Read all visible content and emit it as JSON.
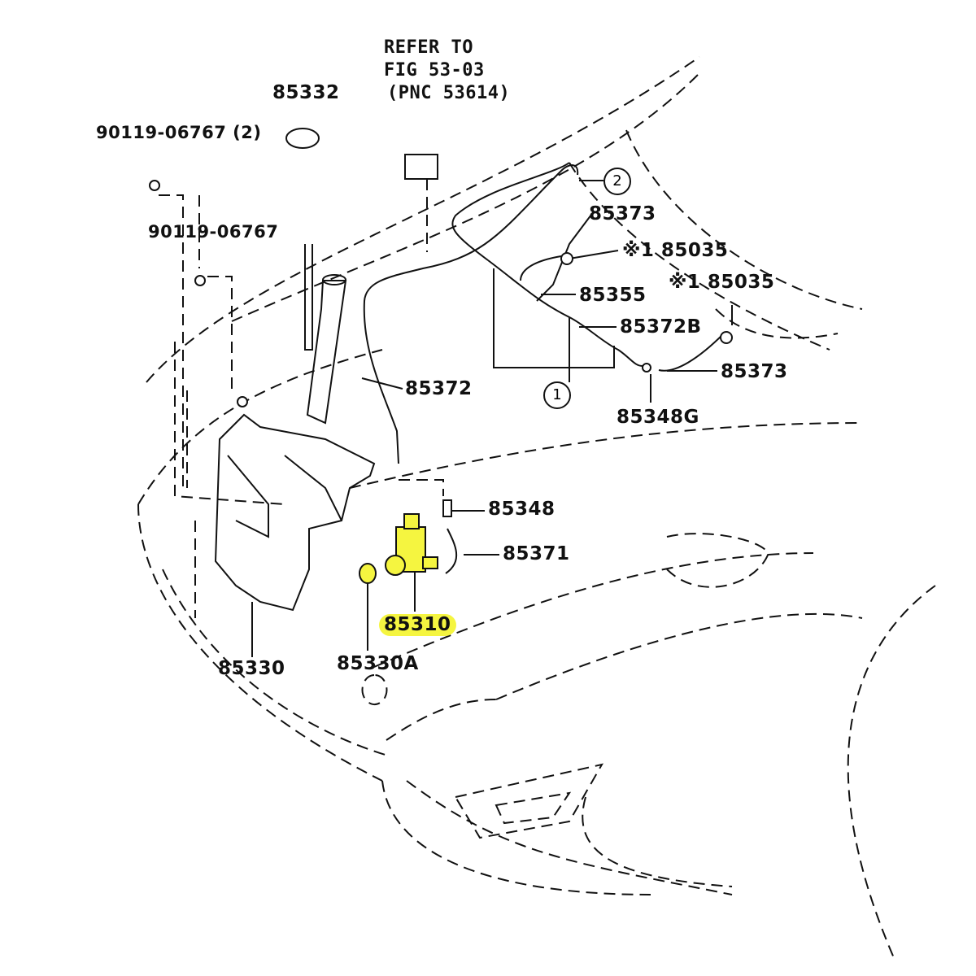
{
  "reference_note": {
    "line1": "REFER TO",
    "line2": "FIG 53-03",
    "line3": "(PNC 53614)"
  },
  "callouts": {
    "c85332": "85332",
    "c90119_2": "90119-06767 (2)",
    "c90119": "90119-06767",
    "c85373_top": "85373",
    "c85035_a": "※1 85035",
    "c85035_b": "※1 85035",
    "c85355": "85355",
    "c85372B": "85372B",
    "c85373_right": "85373",
    "c85348G": "85348G",
    "c85372": "85372",
    "c85348": "85348",
    "c85371": "85371",
    "c85310": "85310",
    "c85330": "85330",
    "c85330A": "85330A"
  },
  "circled_refs": {
    "one": "1",
    "two": "2"
  },
  "colors": {
    "highlight": "#f5f540",
    "line": "#111111"
  }
}
